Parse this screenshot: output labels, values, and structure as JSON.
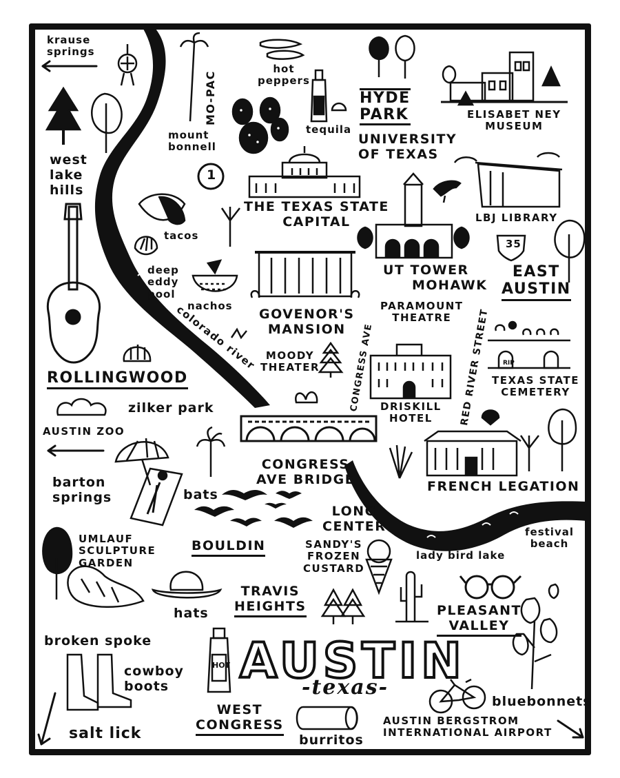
{
  "map": {
    "title": "AUSTIN",
    "subtitle": "-texas-",
    "labels": {
      "krause_springs": "krause\nsprings",
      "mopac": "MO-PAC",
      "hot_peppers": "hot\npeppers",
      "tequila": "tequila",
      "hyde_park": "HYDE\nPARK",
      "university_of_texas": "UNIVERSITY\nOF TEXAS",
      "elisabet_ney": "ELISABET NEY\nMUSEUM",
      "mount_bonnell": "mount\nbonnell",
      "west_lake_hills": "west\nlake\nhills",
      "highway_1": "1",
      "texas_state_capital": "THE TEXAS STATE\nCAPITAL",
      "lbj_library": "LBJ LIBRARY",
      "tacos": "tacos",
      "i35": "35",
      "ut_tower": "UT TOWER",
      "mohawk": "MOHAWK",
      "east_austin": "EAST\nAUSTIN",
      "deep_eddy_pool": "deep\neddy\npool",
      "nachos": "nachos",
      "governors_mansion": "GOVENOR'S\nMANSION",
      "paramount_theatre": "PARAMOUNT\nTHEATRE",
      "colorado_river": "colorado river",
      "congress_ave": "CONGRESS AVE",
      "red_river_street": "RED RIVER STREET",
      "moody_theater": "MOODY\nTHEATER",
      "texas_state_cemetery": "TEXAS STATE\nCEMETERY",
      "rollingwood": "ROLLINGWOOD",
      "driskill_hotel": "DRISKILL\nHOTEL",
      "zilker_park": "zilker park",
      "austin_zoo": "AUSTIN ZOO",
      "congress_ave_bridge": "CONGRESS\nAVE BRIDGE",
      "barton_springs": "barton\nsprings",
      "french_legation": "FRENCH LEGATION",
      "bats": "bats",
      "long_center": "LONG\nCENTER",
      "festival_beach": "festival\nbeach",
      "umlauf": "UMLAUF\nSCULPTURE\nGARDEN",
      "bouldin": "BOULDIN",
      "sandys": "SANDY'S\nFROZEN\nCUSTARD",
      "lady_bird_lake": "lady bird lake",
      "travis_heights": "TRAVIS\nHEIGHTS",
      "pleasant_valley": "PLEASANT\nVALLEY",
      "hats": "hats",
      "broken_spoke": "broken spoke",
      "cowboy_boots": "cowboy\nboots",
      "west_congress": "WEST\nCONGRESS",
      "burritos": "burritos",
      "airport": "AUSTIN BERGSTROM\nINTERNATIONAL AIRPORT",
      "bluebonnets": "bluebonnets",
      "salt_lick": "salt lick",
      "hot_sauce": "HOT",
      "rip": "RIP"
    }
  }
}
